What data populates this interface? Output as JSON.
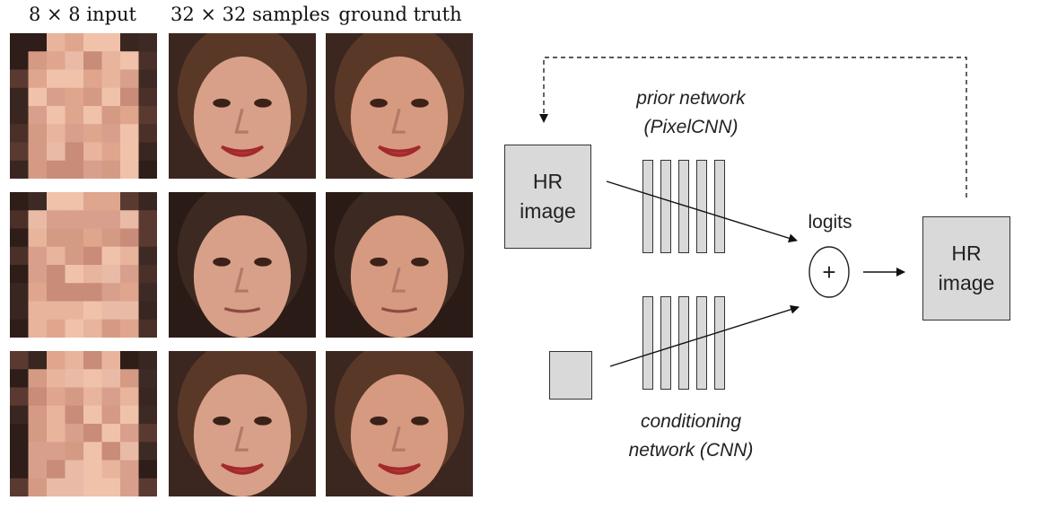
{
  "figure": {
    "columns": [
      "8 × 8 input",
      "32 × 32 samples",
      "ground truth"
    ],
    "rows": [
      {
        "input": "pixelated face 1 (8x8)",
        "sample": "generated face 1 (32x32)",
        "truth": "ground truth face 1"
      },
      {
        "input": "pixelated face 2 (8x8)",
        "sample": "generated face 2 (32x32)",
        "truth": "ground truth face 2"
      },
      {
        "input": "pixelated face 3 (8x8)",
        "sample": "generated face 3 (32x32)",
        "truth": "ground truth face 3"
      }
    ]
  },
  "diagram": {
    "hr_input": {
      "line1": "HR",
      "line2": "image"
    },
    "hr_output": {
      "line1": "HR",
      "line2": "image"
    },
    "prior_label": {
      "line1": "prior network",
      "line2": "(PixelCNN)"
    },
    "conditioning_label": {
      "line1": "conditioning",
      "line2": "network (CNN)"
    },
    "logits_label": "logits",
    "sum_symbol": "+",
    "colors": {
      "box_fill": "#d9d9d9",
      "stroke": "#333333"
    }
  }
}
